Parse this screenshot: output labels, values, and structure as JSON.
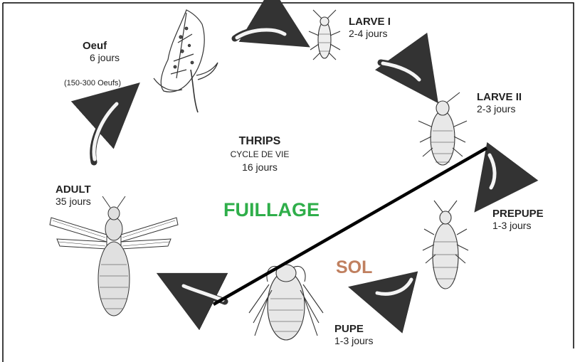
{
  "title": "THRIPS",
  "subtitle": "CYCLE DE VIE",
  "total_duration": "16 jours",
  "zones": {
    "foliage": {
      "label": "FUILLAGE",
      "color": "#2fae4a"
    },
    "soil": {
      "label": "SOL",
      "color": "#c08060"
    }
  },
  "stages": {
    "egg": {
      "name": "Oeuf",
      "duration": "6 jours",
      "note": "(150-300 Oeufs)"
    },
    "larva1": {
      "name": "LARVE I",
      "duration": "2-4 jours"
    },
    "larva2": {
      "name": "LARVE II",
      "duration": "2-3 jours"
    },
    "prepupa": {
      "name": "PREPUPE",
      "duration": "1-3 jours"
    },
    "pupa": {
      "name": "PUPE",
      "duration": "1-3 jours"
    },
    "adult": {
      "name": "ADULT",
      "duration": "35 jours"
    }
  }
}
